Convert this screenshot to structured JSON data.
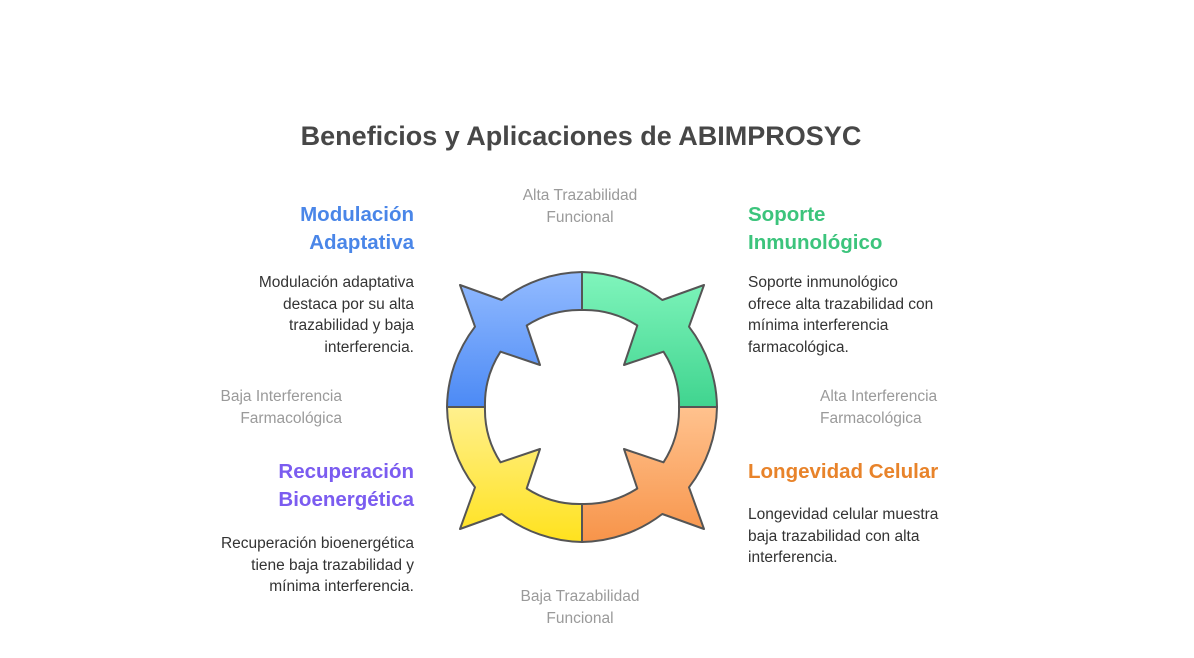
{
  "title": "Beneficios y Aplicaciones de ABIMPROSYC",
  "axes": {
    "top": [
      "Alta Trazabilidad",
      "Funcional"
    ],
    "bottom": [
      "Baja Trazabilidad",
      "Funcional"
    ],
    "left": [
      "Baja Interferencia",
      "Farmacológica"
    ],
    "right": [
      "Alta Interferencia",
      "Farmacológica"
    ]
  },
  "quadrants": [
    {
      "heading": [
        "Modulación",
        "Adaptativa"
      ],
      "body": [
        "Modulación adaptativa",
        "destaca por su alta",
        "trazabilidad y baja",
        "interferencia."
      ],
      "color": "#4a86e8"
    },
    {
      "heading": [
        "Soporte",
        "Inmunológico"
      ],
      "body": [
        "Soporte inmunológico",
        "ofrece alta trazabilidad con",
        "mínima interferencia",
        "farmacológica."
      ],
      "color": "#3cc47c"
    },
    {
      "heading": [
        "Recuperación",
        "Bioenergética"
      ],
      "body": [
        "Recuperación bioenergética",
        "tiene baja trazabilidad y",
        "mínima interferencia."
      ],
      "color": "#7b5cf0"
    },
    {
      "heading": [
        "Longevidad Celular"
      ],
      "body": [
        "Longevidad celular muestra",
        "baja trazabilidad con alta",
        "interferencia."
      ],
      "color": "#e8832a"
    }
  ],
  "ring_colors": {
    "top_left": [
      "#93bbff",
      "#4c8af5"
    ],
    "top_right": [
      "#80f5bc",
      "#40d48f"
    ],
    "bottom_right": [
      "#ffc28e",
      "#f7944a"
    ],
    "bottom_left": [
      "#fff08e",
      "#ffe21e"
    ]
  }
}
